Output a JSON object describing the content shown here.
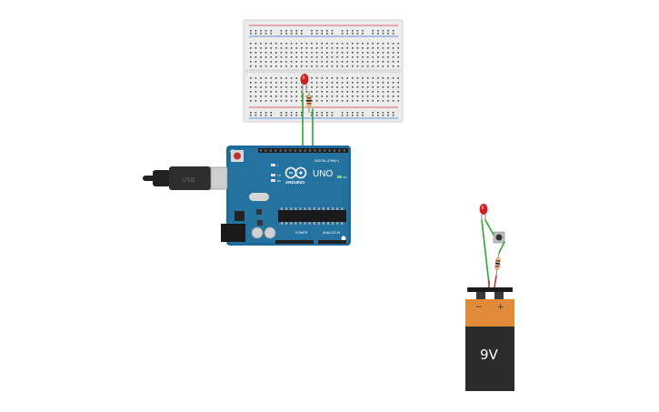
{
  "arduino": {
    "brand": "ARDUINO",
    "model": "UNO",
    "digital_label": "DIGITAL (PWM~)",
    "power_label": "POWER",
    "analog_label": "ANALOG IN",
    "on_label": "ON",
    "tx_label": "TX",
    "rx_label": "RX",
    "led_l_label": "L"
  },
  "usb": {
    "label": "USB"
  },
  "battery": {
    "voltage_label": "9V",
    "negative_label": "−",
    "positive_label": "+"
  },
  "colors": {
    "arduino_board": "#1f6a9a",
    "breadboard": "#ececec",
    "wire": "#2fa62f",
    "led": "#cc2222",
    "battery_top": "#e08a3a",
    "battery_body": "#2b2b2b"
  }
}
